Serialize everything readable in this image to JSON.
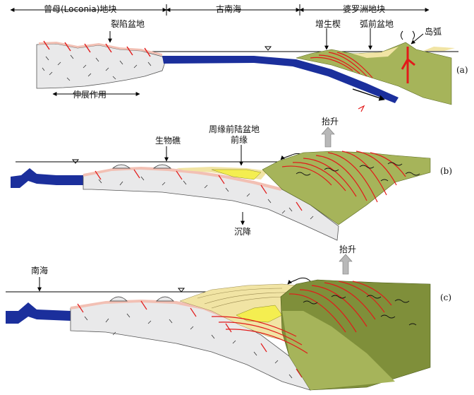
{
  "panel_a": {
    "tag": "(a)",
    "region_left": "曾母(Loconia)地块",
    "region_mid": "古南海",
    "region_right": "婆罗洲地块",
    "rift_basin": "裂陷盆地",
    "extension": "伸展作用",
    "accretionary_wedge": "增生楔",
    "forearc_basin": "弧前盆地",
    "island_arc": "岛弧"
  },
  "panel_b": {
    "tag": "(b)",
    "reef": "生物礁",
    "foreland_basin": "周缘前陆盆地",
    "front_edge": "前缘",
    "uplift": "抬升",
    "subsidence": "沉降"
  },
  "panel_c": {
    "tag": "(c)",
    "south_sea": "南海",
    "uplift": "抬升"
  },
  "colors": {
    "crust": "#e9e9ea",
    "ocean": "#1b2f9c",
    "wedge_green": "#a6b45a",
    "dark_green": "#7f8f3a",
    "sediment_yellow": "#f1e4a4",
    "bright_yellow": "#f4ee50",
    "fault_red": "#e21a1a",
    "arrow_gray": "#b8b8b8"
  }
}
